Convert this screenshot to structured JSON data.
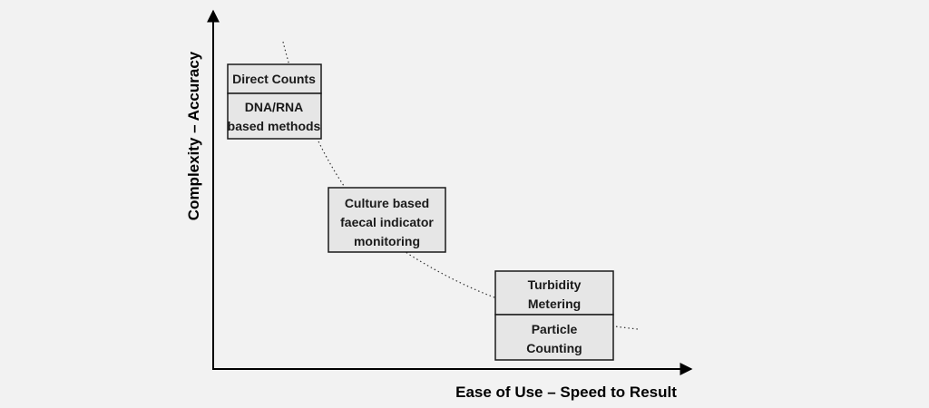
{
  "axes": {
    "x_label": "Ease of Use – Speed to Result",
    "y_label": "Complexity – Accuracy"
  },
  "boxes": {
    "top": {
      "upper": "Direct Counts",
      "lower_line1": "DNA/RNA",
      "lower_line2": "based methods"
    },
    "middle": {
      "line1": "Culture based",
      "line2": "faecal indicator",
      "line3": "monitoring"
    },
    "bottom": {
      "upper_line1": "Turbidity",
      "upper_line2": "Metering",
      "lower_line1": "Particle",
      "lower_line2": "Counting"
    }
  },
  "colors": {
    "box_fill": "#e6e6e6",
    "box_stroke": "#1a1a1a",
    "axis": "#000000",
    "curve": "#333333",
    "background": "#f2f2f2"
  }
}
